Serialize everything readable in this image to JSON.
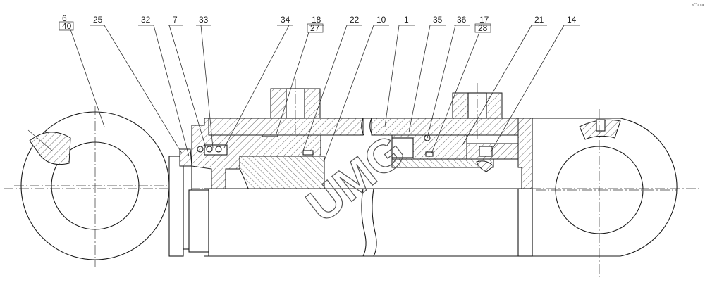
{
  "watermark": "UMG",
  "corner_note": "eᴹ ava",
  "labels": [
    "6",
    "40",
    "25",
    "32",
    "7",
    "33",
    "34",
    "18",
    "27",
    "22",
    "10",
    "1",
    "35",
    "36",
    "17",
    "28",
    "21",
    "14"
  ]
}
